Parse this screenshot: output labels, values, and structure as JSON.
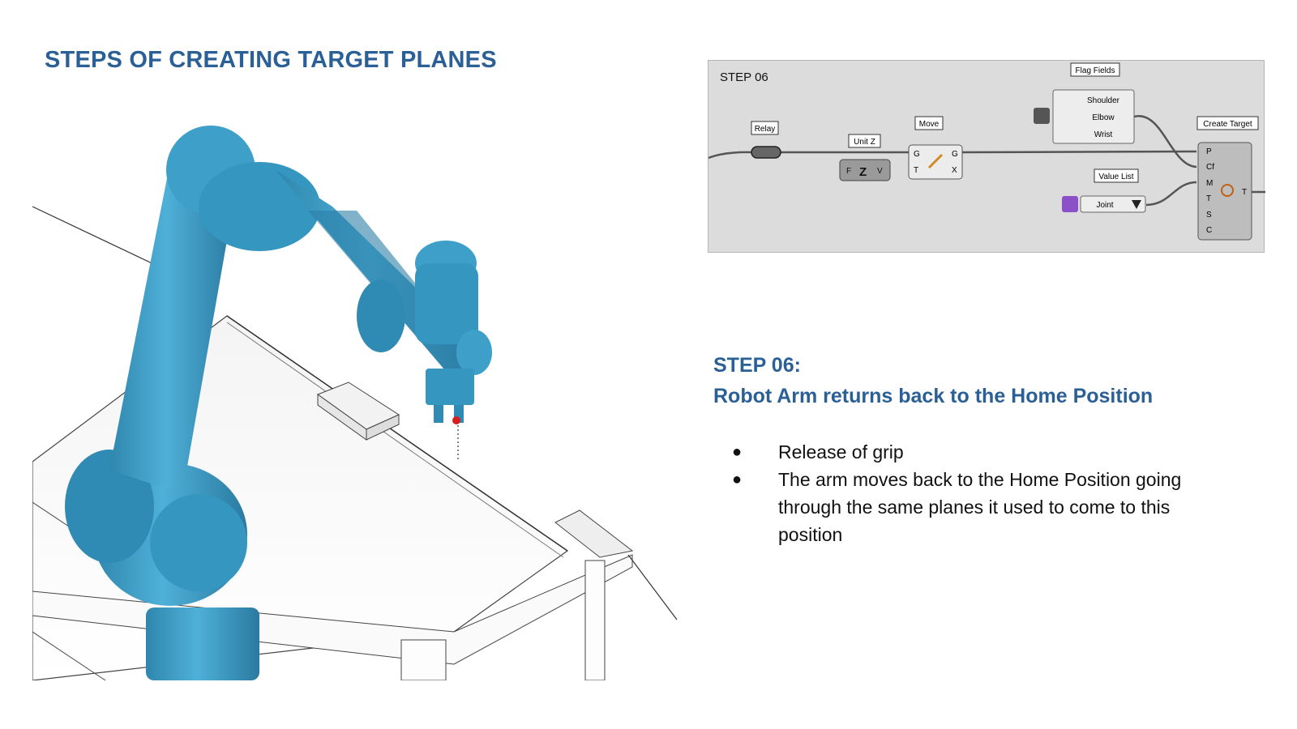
{
  "page": {
    "title": "STEPS OF CREATING TARGET PLANES",
    "accent_color": "#2a6096"
  },
  "diagram": {
    "step_label": "STEP 06",
    "components": {
      "relay": "Relay",
      "unit_z": "Unit Z",
      "unit_z_in": "F",
      "unit_z_out": "V",
      "move": "Move",
      "move_in": [
        "G",
        "T"
      ],
      "move_out": [
        "G",
        "X"
      ],
      "flag_fields": "Flag Fields",
      "flag_options": [
        "Shoulder",
        "Elbow",
        "Wrist"
      ],
      "value_list": "Value List",
      "value_list_value": "Joint",
      "create_target": "Create Target",
      "create_target_in": [
        "P",
        "Cf",
        "M",
        "T",
        "S",
        "C"
      ],
      "create_target_out": "T"
    }
  },
  "step": {
    "heading": "STEP 06:",
    "subheading": "Robot Arm returns back to the Home Position",
    "bullets": [
      "Release of grip",
      "The arm moves back to the Home Position going through the same planes it used to come to this position"
    ]
  }
}
